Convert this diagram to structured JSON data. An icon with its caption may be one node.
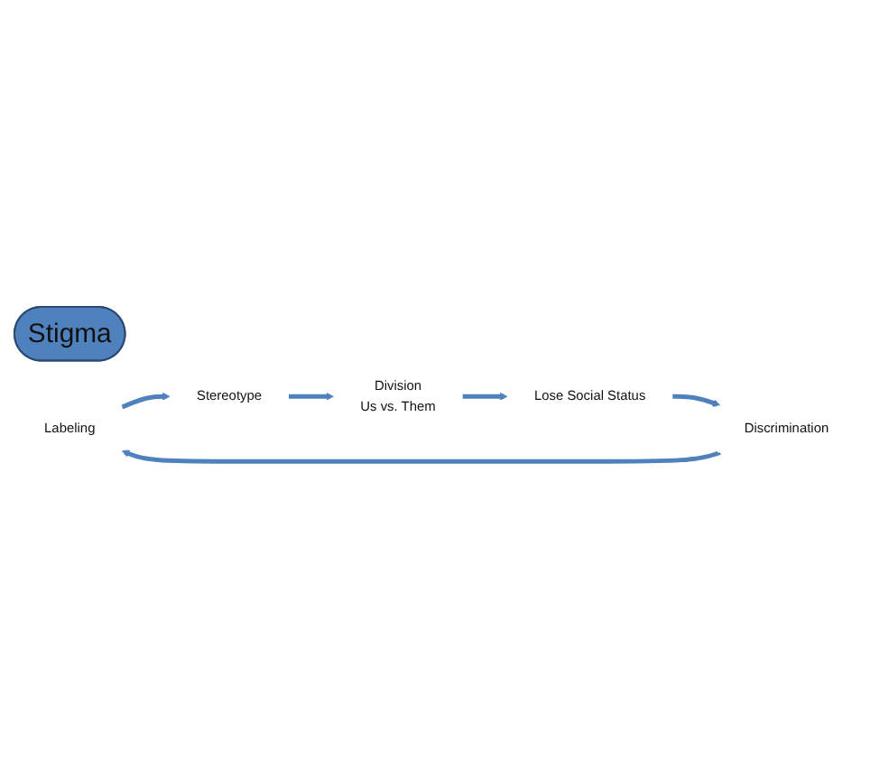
{
  "diagram": {
    "nodes": [
      {
        "text": [
          "Stigma"
        ]
      },
      {
        "text": [
          "Labeling"
        ]
      },
      {
        "text": [
          "Stereotype"
        ]
      },
      {
        "text": [
          "Division",
          "Us vs. Them"
        ]
      },
      {
        "text": [
          "Lose Social Status"
        ]
      },
      {
        "text": [
          "Discrimination"
        ]
      }
    ],
    "edges": [
      {
        "from": 1,
        "to": 2,
        "arrow": "to"
      },
      {
        "from": 2,
        "to": 3,
        "arrow": "to"
      },
      {
        "from": 3,
        "to": 4,
        "arrow": "to"
      },
      {
        "from": 4,
        "to": 5,
        "arrow": "to"
      },
      {
        "from": 5,
        "to": 1,
        "arrow": "to"
      }
    ]
  }
}
